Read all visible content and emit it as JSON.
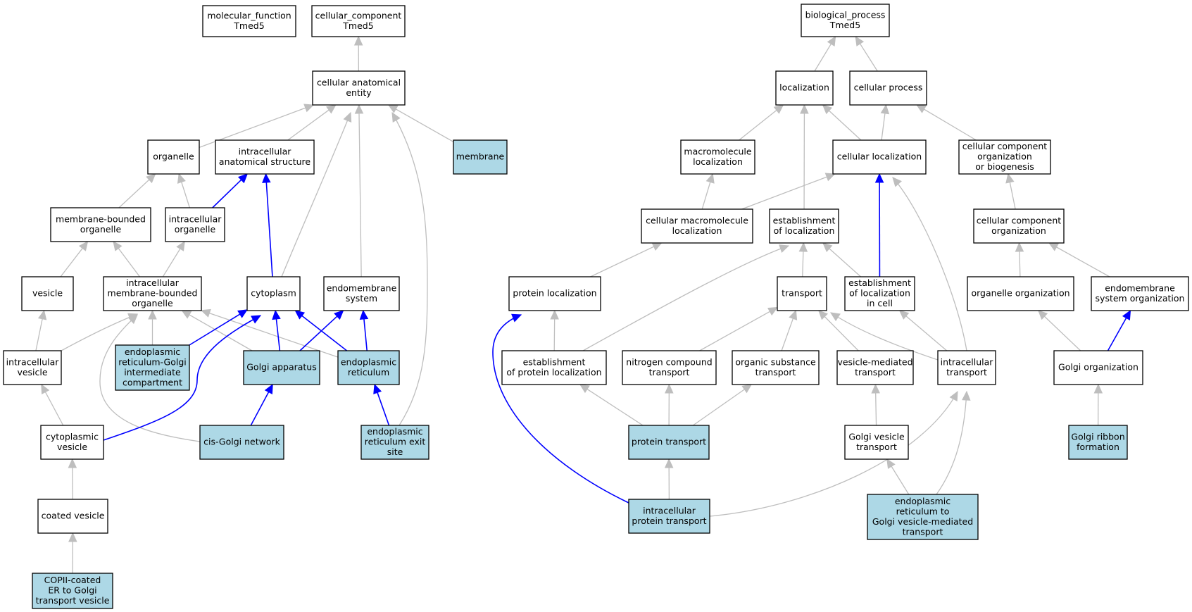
{
  "colors": {
    "highlight_fill": "#add8e6",
    "plain_fill": "#ffffff",
    "border": "#000000",
    "gray_edge": "#bebebe",
    "blue_edge": "#0000ff"
  },
  "nodes": [
    {
      "id": "mf",
      "lines": [
        "molecular_function",
        "Tmed5"
      ],
      "highlight": false
    },
    {
      "id": "cc",
      "lines": [
        "cellular_component",
        "Tmed5"
      ],
      "highlight": false
    },
    {
      "id": "cae",
      "lines": [
        "cellular anatomical",
        "entity"
      ],
      "highlight": false
    },
    {
      "id": "organelle",
      "lines": [
        "organelle"
      ],
      "highlight": false
    },
    {
      "id": "ias",
      "lines": [
        "intracellular",
        "anatomical structure"
      ],
      "highlight": false
    },
    {
      "id": "membrane",
      "lines": [
        "membrane"
      ],
      "highlight": true
    },
    {
      "id": "mbo",
      "lines": [
        "membrane-bounded",
        "organelle"
      ],
      "highlight": false
    },
    {
      "id": "io",
      "lines": [
        "intracellular",
        "organelle"
      ],
      "highlight": false
    },
    {
      "id": "vesicle",
      "lines": [
        "vesicle"
      ],
      "highlight": false
    },
    {
      "id": "imbo",
      "lines": [
        "intracellular",
        "membrane-bounded",
        "organelle"
      ],
      "highlight": false
    },
    {
      "id": "cytoplasm",
      "lines": [
        "cytoplasm"
      ],
      "highlight": false
    },
    {
      "id": "endosys",
      "lines": [
        "endomembrane",
        "system"
      ],
      "highlight": false
    },
    {
      "id": "iv",
      "lines": [
        "intracellular",
        "vesicle"
      ],
      "highlight": false
    },
    {
      "id": "ergic",
      "lines": [
        "endoplasmic",
        "reticulum-Golgi",
        "intermediate",
        "compartment"
      ],
      "highlight": true
    },
    {
      "id": "golgi",
      "lines": [
        "Golgi apparatus"
      ],
      "highlight": true
    },
    {
      "id": "er",
      "lines": [
        "endoplasmic",
        "reticulum"
      ],
      "highlight": true
    },
    {
      "id": "cv",
      "lines": [
        "cytoplasmic",
        "vesicle"
      ],
      "highlight": false
    },
    {
      "id": "cisgolgi",
      "lines": [
        "cis-Golgi network"
      ],
      "highlight": true
    },
    {
      "id": "eres",
      "lines": [
        "endoplasmic",
        "reticulum exit",
        "site"
      ],
      "highlight": true
    },
    {
      "id": "coated",
      "lines": [
        "coated vesicle"
      ],
      "highlight": false
    },
    {
      "id": "copii",
      "lines": [
        "COPII-coated",
        "ER to Golgi",
        "transport vesicle"
      ],
      "highlight": true
    },
    {
      "id": "bp",
      "lines": [
        "biological_process",
        "Tmed5"
      ],
      "highlight": false
    },
    {
      "id": "loc",
      "lines": [
        "localization"
      ],
      "highlight": false
    },
    {
      "id": "cp",
      "lines": [
        "cellular process"
      ],
      "highlight": false
    },
    {
      "id": "macloc",
      "lines": [
        "macromolecule",
        "localization"
      ],
      "highlight": false
    },
    {
      "id": "cellloc",
      "lines": [
        "cellular localization"
      ],
      "highlight": false
    },
    {
      "id": "ccob",
      "lines": [
        "cellular component",
        "organization",
        "or biogenesis"
      ],
      "highlight": false
    },
    {
      "id": "cmacloc",
      "lines": [
        "cellular macromolecule",
        "localization"
      ],
      "highlight": false
    },
    {
      "id": "estloc",
      "lines": [
        "establishment",
        "of localization"
      ],
      "highlight": false
    },
    {
      "id": "cco",
      "lines": [
        "cellular component",
        "organization"
      ],
      "highlight": false
    },
    {
      "id": "protloc",
      "lines": [
        "protein localization"
      ],
      "highlight": false
    },
    {
      "id": "transport",
      "lines": [
        "transport"
      ],
      "highlight": false
    },
    {
      "id": "estlocic",
      "lines": [
        "establishment",
        "of localization",
        "in cell"
      ],
      "highlight": false
    },
    {
      "id": "orgorg",
      "lines": [
        "organelle organization"
      ],
      "highlight": false
    },
    {
      "id": "endosysorg",
      "lines": [
        "endomembrane",
        "system organization"
      ],
      "highlight": false
    },
    {
      "id": "estprotloc",
      "lines": [
        "establishment",
        "of protein localization"
      ],
      "highlight": false
    },
    {
      "id": "nct",
      "lines": [
        "nitrogen compound",
        "transport"
      ],
      "highlight": false
    },
    {
      "id": "ost",
      "lines": [
        "organic substance",
        "transport"
      ],
      "highlight": false
    },
    {
      "id": "vmt",
      "lines": [
        "vesicle-mediated",
        "transport"
      ],
      "highlight": false
    },
    {
      "id": "ict",
      "lines": [
        "intracellular",
        "transport"
      ],
      "highlight": false
    },
    {
      "id": "golgiorg",
      "lines": [
        "Golgi organization"
      ],
      "highlight": false
    },
    {
      "id": "prott",
      "lines": [
        "protein transport"
      ],
      "highlight": true
    },
    {
      "id": "gvt",
      "lines": [
        "Golgi vesicle",
        "transport"
      ],
      "highlight": false
    },
    {
      "id": "gribbon",
      "lines": [
        "Golgi ribbon",
        "formation"
      ],
      "highlight": true
    },
    {
      "id": "icpt",
      "lines": [
        "intracellular",
        "protein transport"
      ],
      "highlight": true
    },
    {
      "id": "ergvt",
      "lines": [
        "endoplasmic",
        "reticulum to",
        "Golgi vesicle-mediated",
        "transport"
      ],
      "highlight": true
    }
  ],
  "edges": [
    {
      "from": "cae",
      "to": "cc",
      "color": "gray"
    },
    {
      "from": "organelle",
      "to": "cae",
      "color": "gray"
    },
    {
      "from": "ias",
      "to": "cae",
      "color": "gray"
    },
    {
      "from": "membrane",
      "to": "cae",
      "color": "gray"
    },
    {
      "from": "cytoplasm",
      "to": "cae",
      "color": "gray"
    },
    {
      "from": "endosys",
      "to": "cae",
      "color": "gray"
    },
    {
      "from": "eres",
      "to": "cae",
      "color": "gray"
    },
    {
      "from": "mbo",
      "to": "organelle",
      "color": "gray"
    },
    {
      "from": "io",
      "to": "organelle",
      "color": "gray"
    },
    {
      "from": "io",
      "to": "ias",
      "color": "blue"
    },
    {
      "from": "cytoplasm",
      "to": "ias",
      "color": "blue"
    },
    {
      "from": "vesicle",
      "to": "mbo",
      "color": "gray"
    },
    {
      "from": "imbo",
      "to": "mbo",
      "color": "gray"
    },
    {
      "from": "imbo",
      "to": "io",
      "color": "gray"
    },
    {
      "from": "iv",
      "to": "vesicle",
      "color": "gray"
    },
    {
      "from": "iv",
      "to": "imbo",
      "color": "gray"
    },
    {
      "from": "ergic",
      "to": "imbo",
      "color": "gray"
    },
    {
      "from": "golgi",
      "to": "imbo",
      "color": "gray"
    },
    {
      "from": "er",
      "to": "imbo",
      "color": "gray"
    },
    {
      "from": "cisgolgi",
      "to": "imbo",
      "color": "gray"
    },
    {
      "from": "ergic",
      "to": "cytoplasm",
      "color": "blue"
    },
    {
      "from": "golgi",
      "to": "cytoplasm",
      "color": "blue"
    },
    {
      "from": "er",
      "to": "cytoplasm",
      "color": "blue"
    },
    {
      "from": "cv",
      "to": "cytoplasm",
      "color": "blue"
    },
    {
      "from": "golgi",
      "to": "endosys",
      "color": "blue"
    },
    {
      "from": "er",
      "to": "endosys",
      "color": "blue"
    },
    {
      "from": "cv",
      "to": "iv",
      "color": "gray"
    },
    {
      "from": "cisgolgi",
      "to": "golgi",
      "color": "blue"
    },
    {
      "from": "eres",
      "to": "er",
      "color": "blue"
    },
    {
      "from": "coated",
      "to": "cv",
      "color": "gray"
    },
    {
      "from": "copii",
      "to": "coated",
      "color": "gray"
    },
    {
      "from": "loc",
      "to": "bp",
      "color": "gray"
    },
    {
      "from": "cp",
      "to": "bp",
      "color": "gray"
    },
    {
      "from": "macloc",
      "to": "loc",
      "color": "gray"
    },
    {
      "from": "cellloc",
      "to": "loc",
      "color": "gray"
    },
    {
      "from": "estloc",
      "to": "loc",
      "color": "gray"
    },
    {
      "from": "cellloc",
      "to": "cp",
      "color": "gray"
    },
    {
      "from": "ccob",
      "to": "cp",
      "color": "gray"
    },
    {
      "from": "cmacloc",
      "to": "macloc",
      "color": "gray"
    },
    {
      "from": "cmacloc",
      "to": "cellloc",
      "color": "gray"
    },
    {
      "from": "estlocic",
      "to": "cellloc",
      "color": "blue"
    },
    {
      "from": "ict",
      "to": "cellloc",
      "color": "gray"
    },
    {
      "from": "cco",
      "to": "ccob",
      "color": "gray"
    },
    {
      "from": "protloc",
      "to": "cmacloc",
      "color": "gray"
    },
    {
      "from": "transport",
      "to": "estloc",
      "color": "gray"
    },
    {
      "from": "estlocic",
      "to": "estloc",
      "color": "gray"
    },
    {
      "from": "estprotloc",
      "to": "estloc",
      "color": "gray"
    },
    {
      "from": "orgorg",
      "to": "cco",
      "color": "gray"
    },
    {
      "from": "endosysorg",
      "to": "cco",
      "color": "gray"
    },
    {
      "from": "estprotloc",
      "to": "protloc",
      "color": "gray"
    },
    {
      "from": "icpt",
      "to": "protloc",
      "color": "blue"
    },
    {
      "from": "nct",
      "to": "transport",
      "color": "gray"
    },
    {
      "from": "ost",
      "to": "transport",
      "color": "gray"
    },
    {
      "from": "vmt",
      "to": "transport",
      "color": "gray"
    },
    {
      "from": "ict",
      "to": "transport",
      "color": "gray"
    },
    {
      "from": "ict",
      "to": "estlocic",
      "color": "gray"
    },
    {
      "from": "golgiorg",
      "to": "orgorg",
      "color": "gray"
    },
    {
      "from": "golgiorg",
      "to": "endosysorg",
      "color": "blue"
    },
    {
      "from": "prott",
      "to": "estprotloc",
      "color": "gray"
    },
    {
      "from": "prott",
      "to": "nct",
      "color": "gray"
    },
    {
      "from": "prott",
      "to": "ost",
      "color": "gray"
    },
    {
      "from": "gvt",
      "to": "vmt",
      "color": "gray"
    },
    {
      "from": "icpt",
      "to": "ict",
      "color": "gray"
    },
    {
      "from": "ergvt",
      "to": "ict",
      "color": "gray"
    },
    {
      "from": "gribbon",
      "to": "golgiorg",
      "color": "gray"
    },
    {
      "from": "icpt",
      "to": "prott",
      "color": "gray"
    },
    {
      "from": "ergvt",
      "to": "gvt",
      "color": "gray"
    }
  ]
}
